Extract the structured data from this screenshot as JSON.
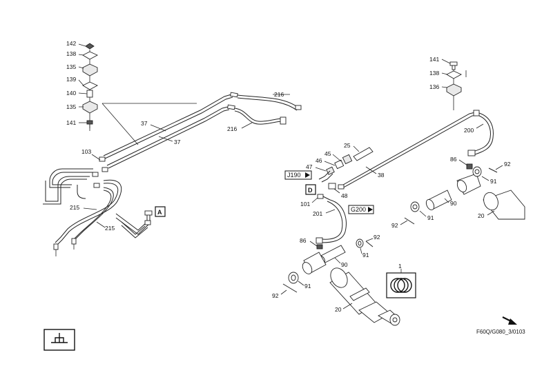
{
  "drawing_code": "F60Q/G080_3/0103",
  "reference_boxes": {
    "a": "A",
    "d": "D",
    "j190": "J190",
    "g200": "G200"
  },
  "part_numbers": {
    "p142": "142",
    "p138a": "138",
    "p135a": "135",
    "p139": "139",
    "p140": "140",
    "p135b": "135",
    "p141a": "141",
    "p216a": "216",
    "p216b": "216",
    "p37a": "37",
    "p37b": "37",
    "p103": "103",
    "p215a": "215",
    "p215b": "215",
    "p141b": "141",
    "p138b": "138",
    "p136": "136",
    "p200": "200",
    "p25": "25",
    "p45": "45",
    "p46": "46",
    "p47": "47",
    "p38": "38",
    "p48": "48",
    "p101": "101",
    "p201": "201",
    "p86a": "86",
    "p92a": "92",
    "p91a": "91",
    "p90a": "90",
    "p92b": "92",
    "p91b": "91",
    "p20a": "20",
    "p86b": "86",
    "p92c": "92",
    "p90b": "90",
    "p91c": "91",
    "p1": "1",
    "p91d": "91",
    "p92d": "92",
    "p20b": "20"
  },
  "icons": {
    "arrow": "arrow-down-right-icon",
    "cylinder_symbol": "hydraulic-cylinder-symbol-icon"
  }
}
